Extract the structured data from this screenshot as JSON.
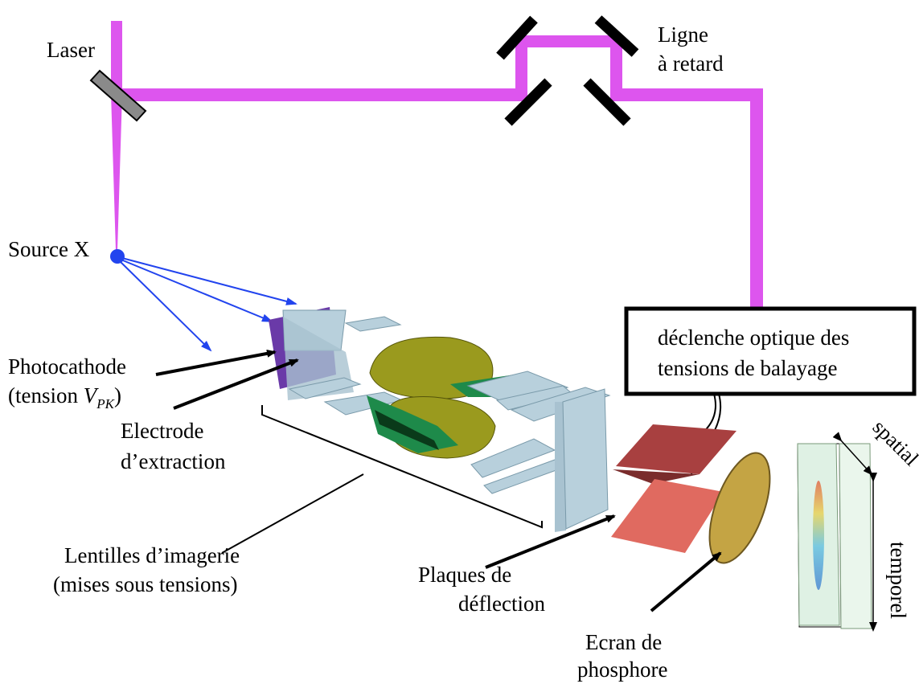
{
  "labels": {
    "laser": "Laser",
    "delay_line_1": "Ligne",
    "delay_line_2": "à retard",
    "source_x": "Source X",
    "photocathode_1": "Photocathode",
    "photocathode_2_prefix": "(tension ",
    "photocathode_2_var": "V",
    "photocathode_2_sub": "PK",
    "photocathode_2_suffix": ")",
    "electrode_1": "Electrode",
    "electrode_2": "d’extraction",
    "lenses_1": "Lentilles d’imagerie",
    "lenses_2": "(mises sous tensions)",
    "trigger_1": "déclenche optique des",
    "trigger_2": "tensions de balayage",
    "plates_1": "Plaques de",
    "plates_2": "déflection",
    "screen_1": "Ecran de",
    "screen_2": "phosphore",
    "spatial": "spatial",
    "temporal": "temporel"
  },
  "colors": {
    "laser": "#dd55ee",
    "xray": "#2244ee",
    "photocathode": "#6a3aa8",
    "lens_plate": "#b8d0dc",
    "lens_olive": "#9a9a1e",
    "green": "#1e8a4a",
    "deflect_dark": "#a84040",
    "deflect_light": "#e06a60",
    "phosphor": "#c4a444"
  }
}
